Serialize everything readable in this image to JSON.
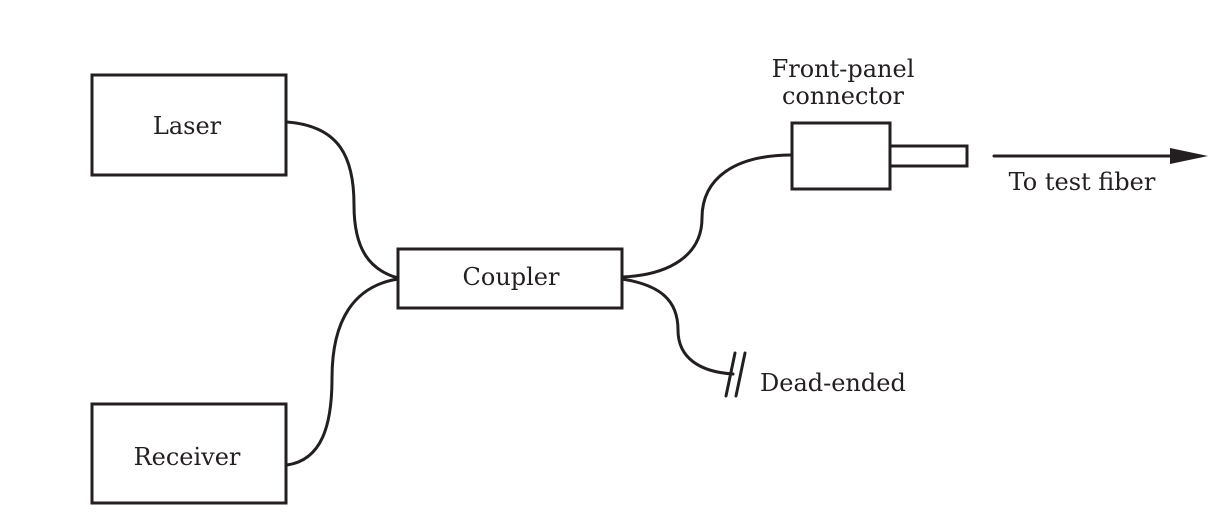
{
  "colors": {
    "line": "#231f20",
    "background": "#ffffff"
  },
  "nodes": {
    "laser": "Laser",
    "receiver": "Receiver",
    "coupler": "Coupler",
    "connector_line1": "Front-panel",
    "connector_line2": "connector",
    "test_fiber": "To test fiber",
    "dead_ended": "Dead-ended"
  }
}
